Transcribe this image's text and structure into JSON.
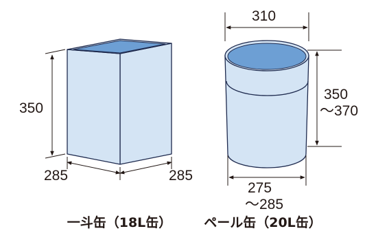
{
  "colors": {
    "body_fill": "#d4e4f4",
    "inner_fill": "#6d9fd4",
    "outline": "#1e2a4e",
    "dim_line": "#231815"
  },
  "can_18l": {
    "height": "350",
    "width_left": "285",
    "width_right": "285",
    "caption": "一斗缶（18L缶）"
  },
  "pail_20l": {
    "top_diameter": "310",
    "height_line1": "350",
    "height_line2": "～370",
    "bottom_line1": "275",
    "bottom_line2": "～285",
    "caption": "ペール缶（20L缶）"
  }
}
